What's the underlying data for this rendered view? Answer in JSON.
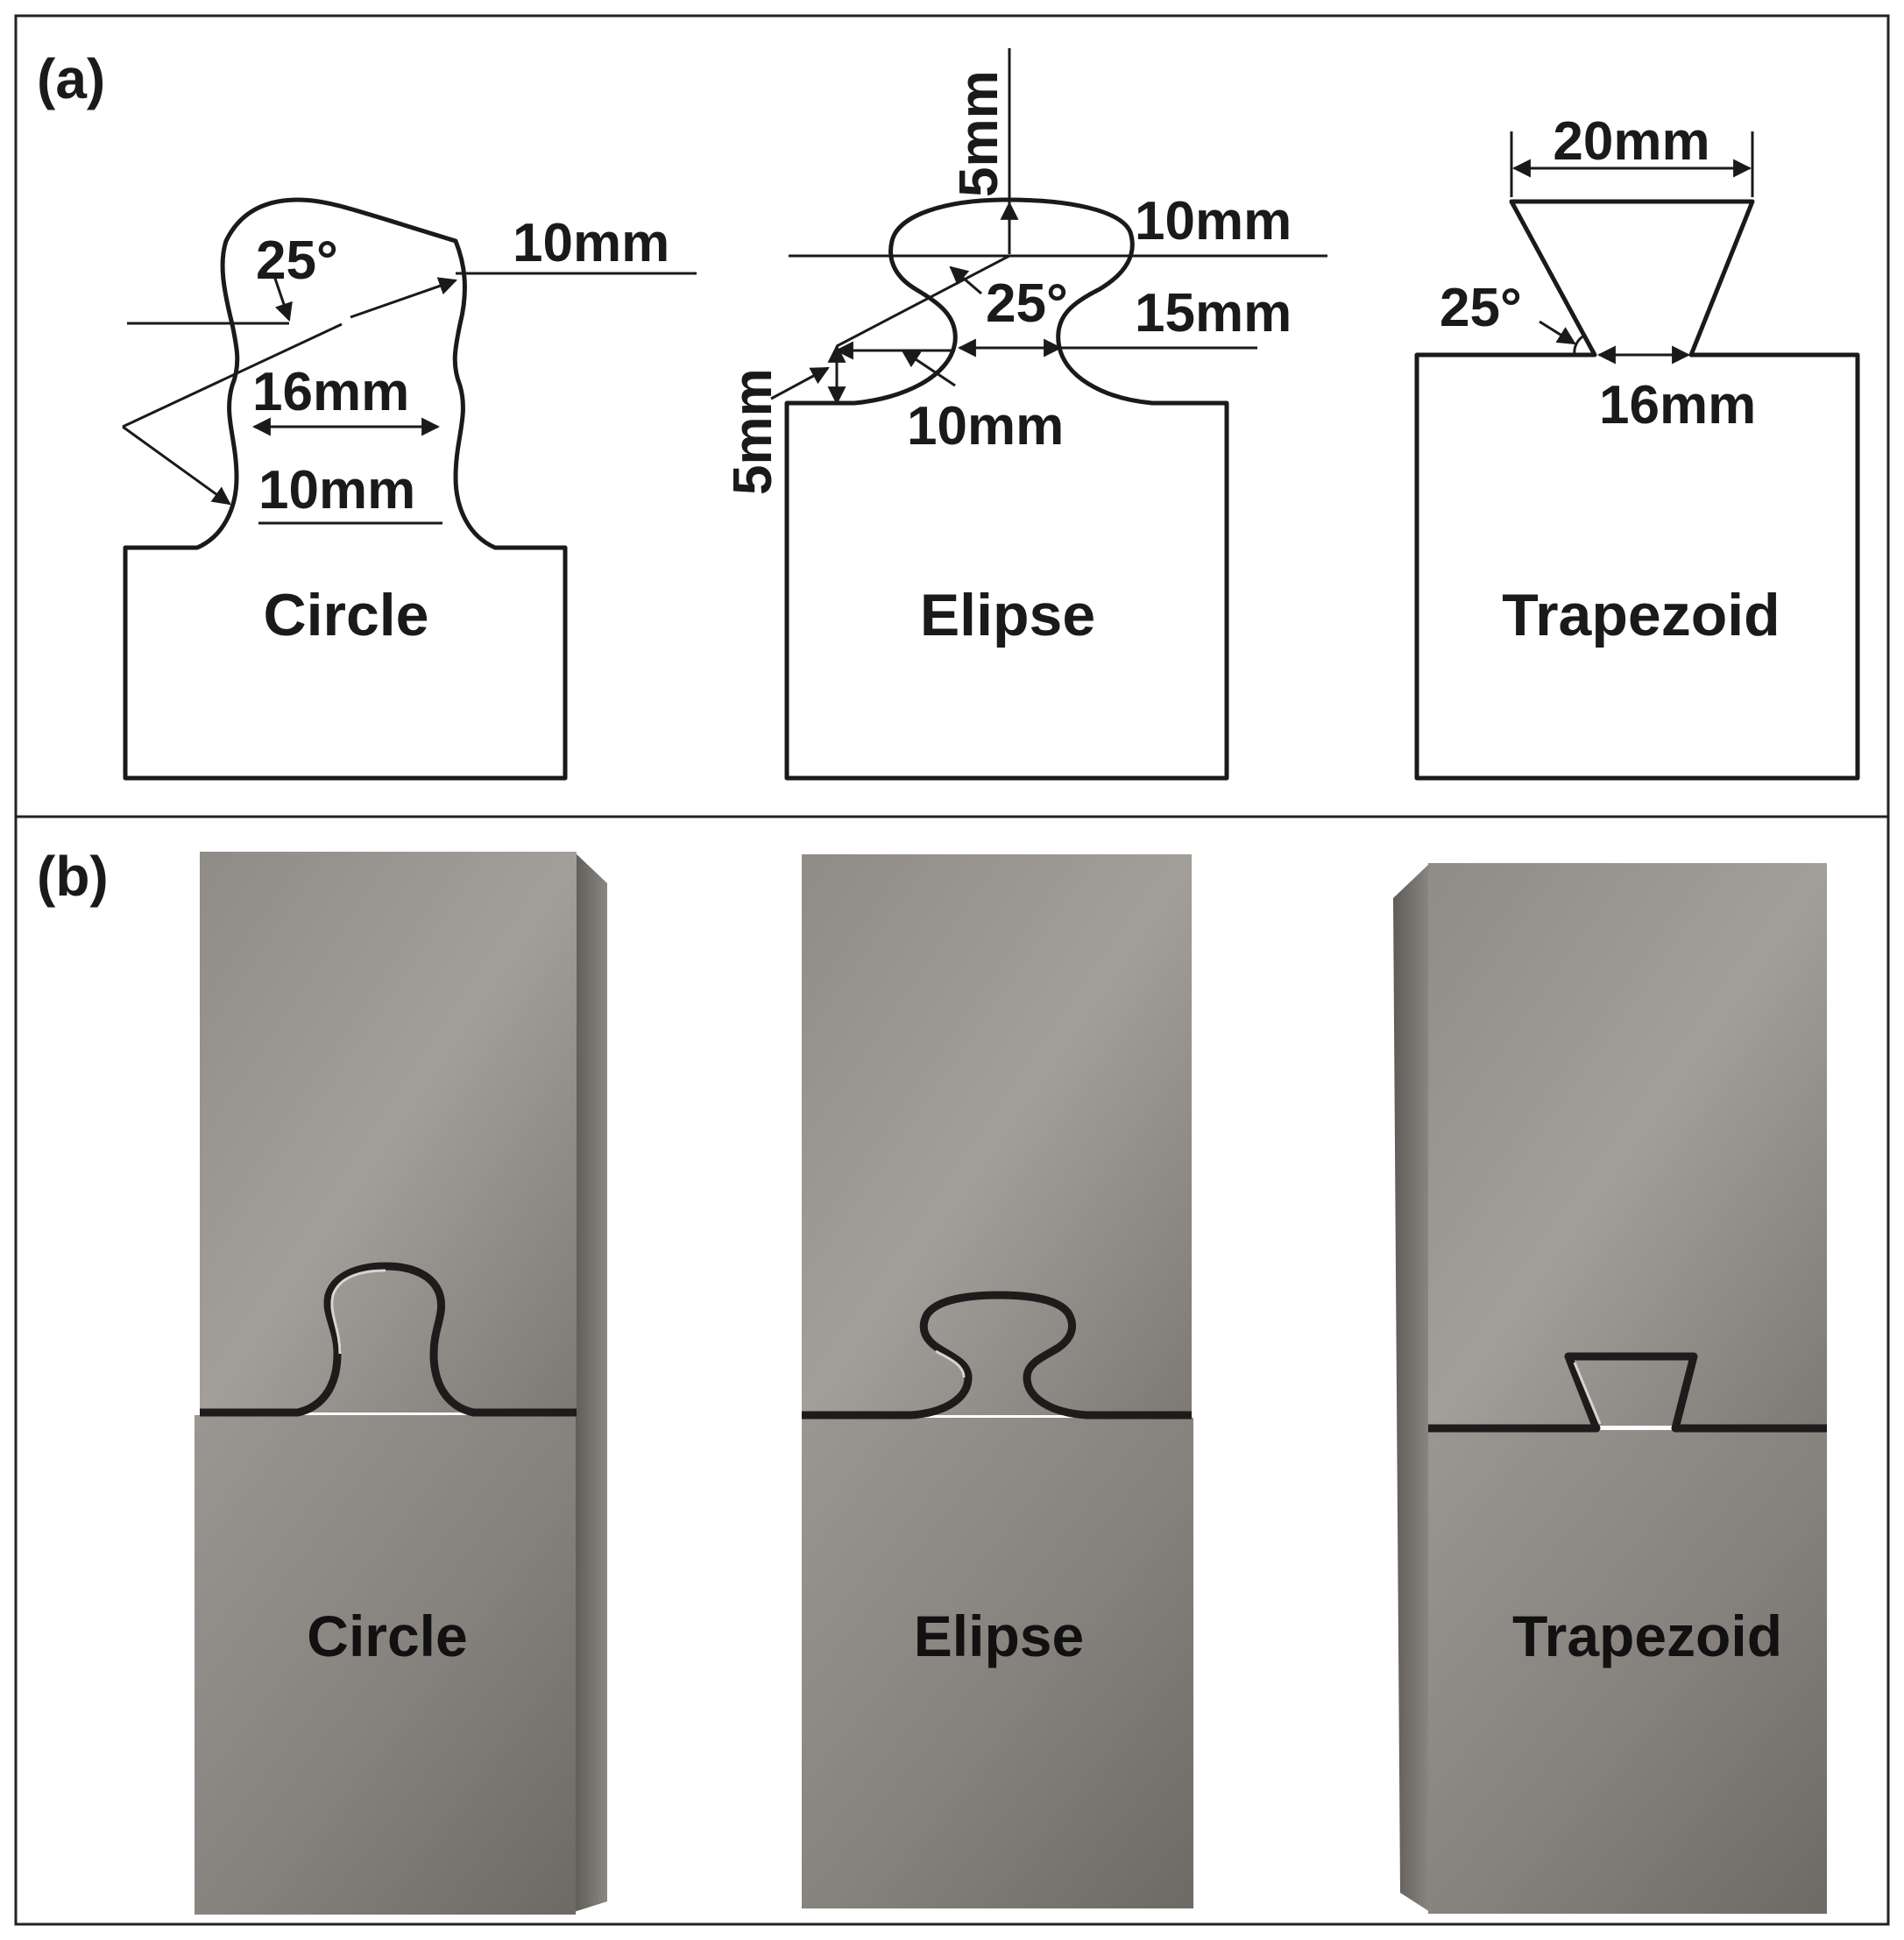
{
  "panel_a": {
    "label": "(a)",
    "circle": {
      "name": "Circle",
      "angle": "25°",
      "radius_label": "10mm",
      "neck_label": "16mm",
      "lower_radius_label": "10mm"
    },
    "elipse": {
      "name": "Elipse",
      "top_label": "5mm",
      "width_label": "10mm",
      "angle": "25°",
      "neck_label": "15mm",
      "lower_label": "10mm",
      "left_label": "5mm"
    },
    "trapezoid": {
      "name": "Trapezoid",
      "top_label": "20mm",
      "angle": "25°",
      "base_label": "16mm"
    }
  },
  "panel_b": {
    "label": "(b)",
    "photos": [
      {
        "name": "Circle",
        "shape": "circle"
      },
      {
        "name": "Elipse",
        "shape": "ellipse"
      },
      {
        "name": "Trapezoid",
        "shape": "trapezoid"
      }
    ]
  },
  "colors": {
    "line": "#1a1a1a",
    "metal_light": "#a19d98",
    "metal_dark": "#6f6b66",
    "frame": "#222222"
  }
}
